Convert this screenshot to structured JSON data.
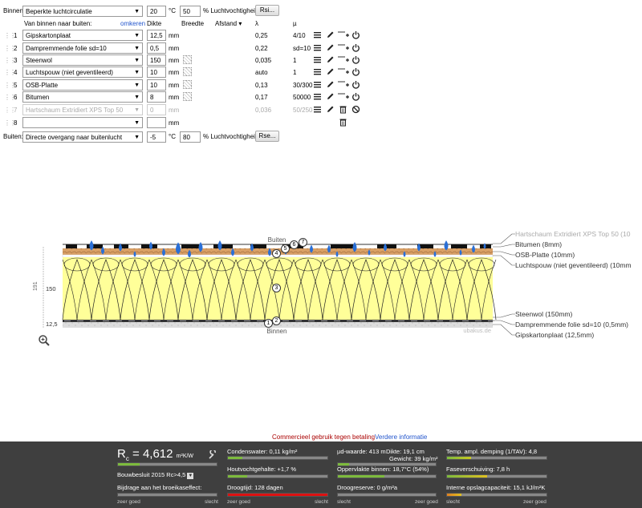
{
  "inside": {
    "label": "Binnen:",
    "type": "Beperkte luchtcirculatie",
    "temp": "20",
    "temp_unit": "°C",
    "humidity": "50",
    "humidity_unit": "% Luchtvochtigheid",
    "button": "Rsi..."
  },
  "outside": {
    "label": "Buiten:",
    "type": "Directe overgang naar buitenlucht",
    "temp": "-5",
    "temp_unit": "°C",
    "humidity": "80",
    "humidity_unit": "% Luchtvochtigheid",
    "button": "Rse..."
  },
  "headers": {
    "from_inside": "Van binnen naar buiten:",
    "reverse": "omkeren",
    "thickness": "Dikte",
    "width": "Breedte",
    "distance": "Afstand ▾",
    "lambda": "λ",
    "mu": "µ"
  },
  "layers": [
    {
      "num": "1",
      "name": "Gipskartonplaat",
      "thickness": "12,5",
      "unit": "mm",
      "lambda": "0,25",
      "mu": "4/10"
    },
    {
      "num": "2",
      "name": "Dampremmende folie sd=10",
      "thickness": "0,5",
      "unit": "mm",
      "lambda": "0,22",
      "mu": "sd=10"
    },
    {
      "num": "3",
      "name": "Steenwol",
      "thickness": "150",
      "unit": "mm",
      "lambda": "0,035",
      "mu": "1"
    },
    {
      "num": "4",
      "name": "Luchtspouw (niet geventileerd)",
      "thickness": "10",
      "unit": "mm",
      "lambda": "auto",
      "mu": "1"
    },
    {
      "num": "5",
      "name": "OSB-Platte",
      "thickness": "10",
      "unit": "mm",
      "lambda": "0,13",
      "mu": "30/300"
    },
    {
      "num": "6",
      "name": "Bitumen",
      "thickness": "8",
      "unit": "mm",
      "lambda": "0,17",
      "mu": "50000"
    },
    {
      "num": "7",
      "name": "Hartschaum Extridiert XPS Top 50",
      "thickness": "0",
      "unit": "mm",
      "lambda": "0,036",
      "mu": "50/250"
    },
    {
      "num": "8",
      "name": "",
      "thickness": "",
      "unit": "mm",
      "lambda": "",
      "mu": ""
    }
  ],
  "diagram": {
    "top_label": "Buiten",
    "bottom_label": "Binnen",
    "watermark": "ubakus.de",
    "dim_total": "191",
    "dim_insulation": "150",
    "dim_board": "12,5",
    "legend": [
      "Hartschaum Extridiert XPS Top 50 (10",
      "Bitumen (8mm)",
      "OSB-Platte (10mm)",
      "Luchtspouw (niet geventileerd) (10mm",
      "Steenwol (150mm)",
      "Dampremmende folie sd=10 (0,5mm)",
      "Gipskartonplaat (12,5mm)"
    ],
    "circles": [
      "1",
      "2",
      "3",
      "4",
      "5",
      "6",
      "7"
    ]
  },
  "commercial": {
    "text": "Commercieel gebruik tegen betaling",
    "link": "Verdere informatie"
  },
  "footer": {
    "rc_label": "R",
    "rc_sub": "c",
    "rc_eq": " = 4,612",
    "rc_unit": "m²K/W",
    "bouwbesluit": "Bouwbesluit 2015 Rc>4,5",
    "greenhouse": "Bijdrage aan het broeikaseffect:",
    "condens": "Condenswater: 0,11 kg/m²",
    "houtvocht": "Houtvochtgehalte: +1,7 %",
    "droogtijd": "Droogtijd: 128 dagen",
    "mud": "µd-waarde: 413 m",
    "dikte": "Dikte: 19,1 cm",
    "gewicht": "Gewicht: 39 kg/m²",
    "oppervlak": "Oppervlakte binnen: 18,7°C (54%)",
    "droogreserve": "Droogreserve: 0 g/m²a",
    "temp_demp": "Temp. ampl. demping (1/TAV): 4,8",
    "faseverschuiving": "Faseverschuiving: 7,8 h",
    "opslag": "Interne opslagcapaciteit: 15,1 kJ/m²K",
    "good": "zeer goed",
    "bad": "slecht"
  },
  "colors": {
    "insulation": "#ffff99",
    "osb": "#d9a066",
    "bar_green": "#7dbb3d",
    "bar_red": "#d11",
    "footer_bg": "#3f3f3f"
  }
}
